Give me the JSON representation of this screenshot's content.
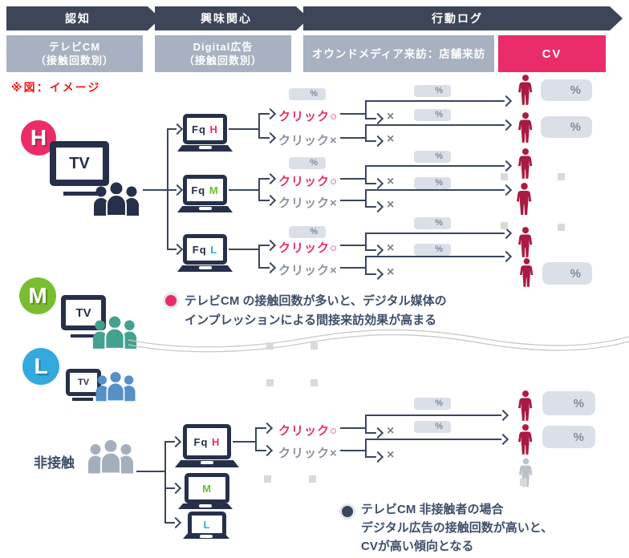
{
  "header": {
    "stage_awareness": "認知",
    "stage_interest": "興味関心",
    "stage_behavior_log": "行動ログ",
    "box_tv_line1": "テレビCM",
    "box_tv_line2": "（接触回数別）",
    "box_digital_line1": "Digital広告",
    "box_digital_line2": "（接触回数別）",
    "box_owned_media": "オウンドメディア来訪：店舗来訪",
    "box_cv": "CV",
    "note": "※図：イメージ"
  },
  "segments": {
    "high": "H",
    "mid": "M",
    "low": "L",
    "non_contact": "非接触"
  },
  "labels": {
    "tv": "TV",
    "fq": "Fq ",
    "click_yes": "クリック○",
    "click_no": "クリック×",
    "percent": "%",
    "cross": "×"
  },
  "annotations": {
    "tv_effect_line1": "テレビCM の接触回数が多いと、デジタル媒体の",
    "tv_effect_line2": "インプレッションによる間接来訪効果が高まる",
    "non_contact_line1": "テレビCM 非接触者の場合",
    "non_contact_line2": "デジタル広告の接触回数が高いと、",
    "non_contact_line3": "CVが高い傾向となる"
  },
  "colors": {
    "accent_pink": "#ea2d68",
    "person_crimson": "#a91b42",
    "segment_green": "#7bbd31",
    "segment_blue": "#34a9dd",
    "banner_navy": "#3d4659",
    "box_gray": "#a7b1c1"
  }
}
